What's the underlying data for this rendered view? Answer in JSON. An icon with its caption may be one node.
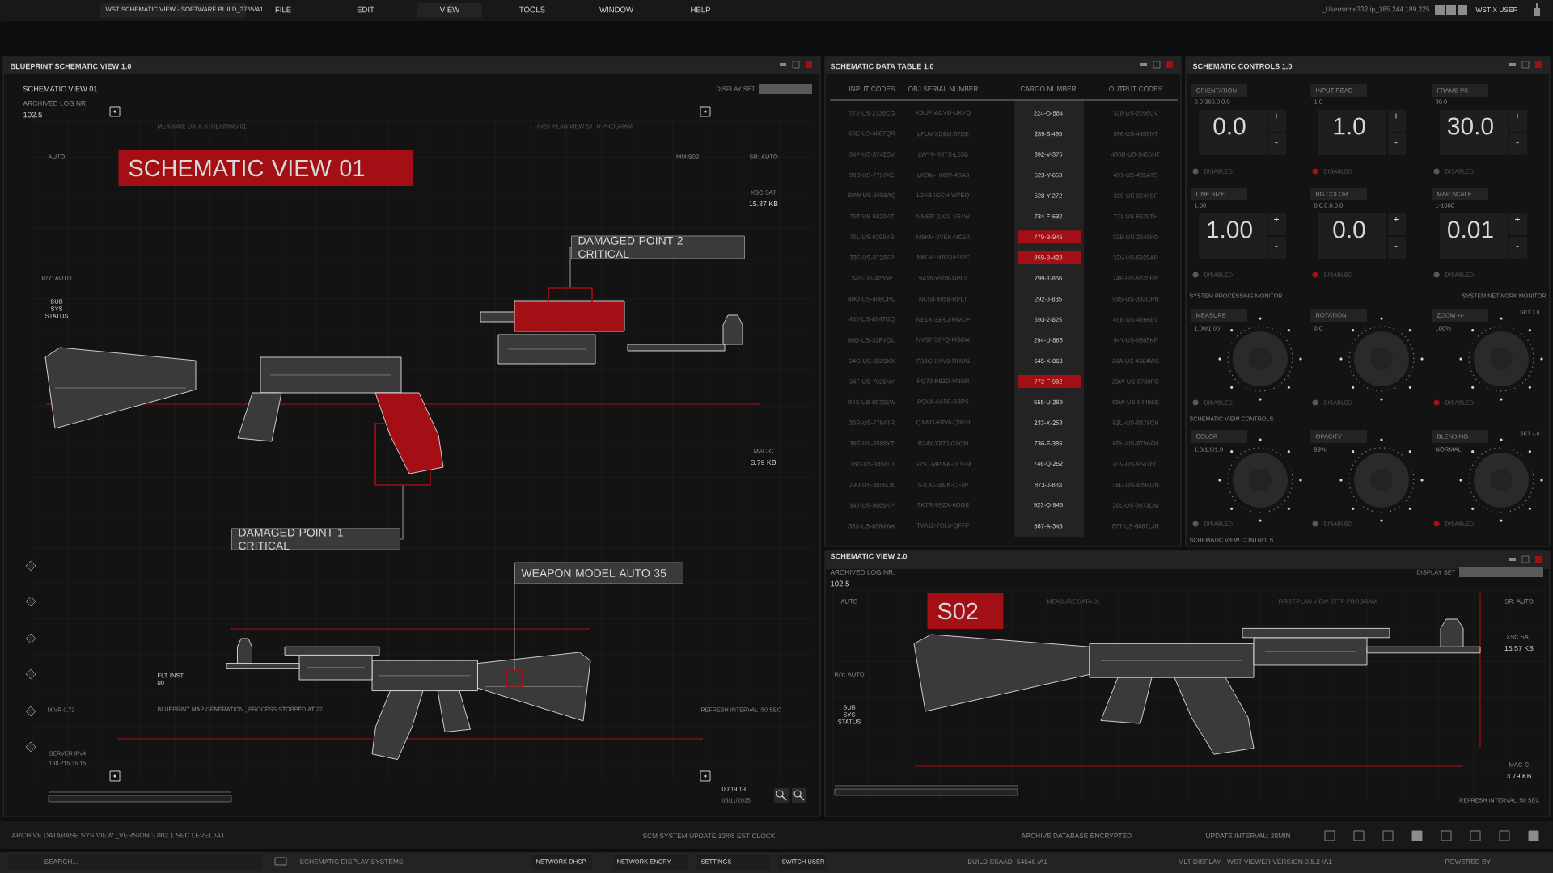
{
  "diagram": {
    "nodes": [
      {
        "text": [
          "SCHEMATIC VIEW 01"
        ]
      },
      {
        "text": [
          "DAMAGED POINT 2 CRITICAL"
        ]
      },
      {
        "text": [],
        "shape": "box"
      },
      {
        "text": [
          "DAMAGED POINT 1 CRITICAL"
        ]
      },
      {
        "text": [],
        "shape": "box"
      },
      {
        "text": [
          "WEAPON MODEL AUTO 35"
        ]
      },
      {
        "text": [],
        "shape": "box"
      },
      {
        "text": [
          "S02"
        ]
      }
    ],
    "edges": [
      {
        "from": 1,
        "to": 2,
        "arrow": "none"
      },
      {
        "from": 3,
        "to": 4,
        "arrow": "none"
      },
      {
        "from": 5,
        "to": 6,
        "arrow": "none"
      }
    ],
    "labels": [
      "WST SCHEMATIC VIEW - SOFTWARE BUILD_3765/A1",
      "FILE",
      "EDIT",
      "VIEW",
      "TOOLS",
      "WINDOW",
      "HELP",
      "_Username332 ip_185.244.189.225",
      "WST X USER",
      "BLUEPRINT SCHEMATIC VIEW 1.0",
      "SCHEMATIC VIEW 01",
      "ARCHIVED LOG NR:",
      "102.5",
      "DISPLAY SET",
      "MEASURE DATA STREAMING 01",
      "FIRST PLAN VIEW STTR PROGRAM",
      "AUTO",
      "MM:S02",
      "SR: AUTO",
      "XSC SAT",
      "15.37 KB",
      "R/Y: AUTO",
      "SUB SYS STATUS",
      "MAC-C",
      "3.79 KB",
      "FLT INST. 00",
      "M/VR 0.72",
      "BLUEPRINT MAP GENERATION _PROCESS STOPPED AT 22",
      "REFRESH INTERVAL :50 SEC",
      "SERVER IPv4",
      "168.215.35.15",
      "00:19:19",
      "05/11/2035",
      "SCHEMATIC DATA TABLE 1.0",
      "INPUT CODES",
      "OBJ SERIAL NUMBER",
      "CARGO NUMBER",
      "OUTPUT CODES",
      "77V-US-2325CG",
      "XGUF-ACYG-UKYQ",
      "224-O-584",
      "328-US-2298UV",
      "63E-US-4887QR",
      "LFUV-XDBU-37DE",
      "289-6-495",
      "596-US-4459NT",
      "34P-US-3742CV",
      "LWY9-R6TS-L53B",
      "392-V-375",
      "400B-US-3455HT",
      "98B-US-7797XE",
      "LKDM-H0BP-4SA3",
      "523-Y-653",
      "491-US-485ATS",
      "89W-US-3458AQ",
      "L2XB-IGCH-W7EQ",
      "528-Y-272",
      "325-US-8249SF",
      "79T-US-5820KT",
      "NMER-2JCL-U54W",
      "734-F-632",
      "771-US-6529TH",
      "78L-US-6298YS",
      "M5KM-8YEK-NCE4",
      "779-B-945",
      "32B-US-2340FO",
      "33F-US-8720FP",
      "NKGR-60VQ-P32C",
      "859-B-428",
      "32V-US-6929AR",
      "34V-US-4265P",
      "9AT6-V90X-NPL2",
      "799-T-866",
      "74P-US-9620RR",
      "49O-US-498CHU",
      "NC58-4958-RPLT",
      "292-J-835",
      "99S-US-393CPN",
      "43V-US-8947GQ",
      "NE1X-33RU-MMDF",
      "593-2-825",
      "49B-US-4566EV",
      "99D-US-32FYGU",
      "NVS7-32FQ-MS8W",
      "294-U-865",
      "94Y-US-9865KP",
      "34G-US-3529XX",
      "P39G-XXV9-RHUN",
      "645-X-868",
      "26A-US-4384WK",
      "34F-US-7926NY",
      "PQ73-P92D-VNUR",
      "772-F-982",
      "29W-US-8789FG",
      "94X-US-8972EW",
      "PQVA-6A5B-R3PS",
      "555-U-289",
      "65W-US-9449SE",
      "36R-US-7794TR",
      "Q3WG-F8V6-Q3ED",
      "233-X-258",
      "92U-US-8679CH",
      "39E-US-8588YT",
      "R24Y-X870-G9GN",
      "736-F-386",
      "65H-US-8796AH",
      "76D-US-3458LJ",
      "S7SJ-MPWK-UOEM",
      "746-Q-252",
      "43V-US-9547BC",
      "29U-US-3596CK",
      "S7OC-680K-CF4P",
      "873-J-883",
      "36U-US-4894GN",
      "94T-US-9865KP",
      "TKTR-9SZX-4QGE",
      "923-Q-946",
      "28L-US-3973DM",
      "36X-US-8584WK",
      "TWUZ-7OL6-QFFP",
      "567-A-345",
      "67T-US-6687LJR",
      "SCHEMATIC CONTROLS 1.0",
      "ORIENTATION",
      "0.0 360.0 0.0",
      "0.0",
      "+",
      "-",
      "INPUT READ",
      "1.0",
      "1.0",
      "+",
      "-",
      "FRAME PS",
      "30.0",
      "30.0",
      "+",
      "-",
      "DISABLED",
      "DISABLED",
      "DISABLED",
      "LINE SIZE",
      "1.00",
      "1.00",
      "+",
      "-",
      "BG COLOR",
      "0.0.0.0.0.0",
      "0.0",
      "+",
      "-",
      "MAP SCALE",
      "1-1000",
      "0.01",
      "+",
      "-",
      "DISABLED",
      "DISABLED",
      "DISABLED",
      "SYSTEM PROCESSING MONITOR",
      "SYSTEM NETWORK MONITOR",
      "MEASURE",
      "1.00/1.00",
      "ROTATION",
      "0.0",
      "ZOOM +/-",
      "100%",
      "SET 1.0",
      "DISABLED",
      "DISABLED",
      "DISABLED",
      "SCHEMATIC VIEW CONTROLS",
      "COLOR",
      "1.0/1.0/1.0",
      "OPACITY",
      "99%",
      "BLENDING",
      "NORMAL",
      "SET 1.0",
      "DISABLED",
      "DISABLED",
      "DISABLED",
      "SCHEMATIC VIEW CONTROLS",
      "SCHEMATIC VIEW 2.0",
      "ARCHIVED LOG NR:",
      "102.5",
      "DISPLAY SET",
      "AUTO",
      "MEASURE DATA 01",
      "FIRST PLAN VIEW STTR PROGRAM",
      "SR: AUTO",
      "XSC SAT",
      "15.57 KB",
      "R/Y: AUTO",
      "SUB SYS STATUS",
      "MAC-C",
      "3.79 KB",
      "REFRESH INTERVAL :50 SEC",
      "ARCHIVE DATABASE SYS VIEW _VERSION 3.002.1 SEC LEVEL /A1",
      "SCM SYSTEM UPDATE 13/05 EST CLOCK",
      "ARCHIVE DATABASE ENCRYPTED",
      "UPDATE INTERVAL: 28MIN",
      "SEARCH...",
      "SCHEMATIC DISPLAY SYSTEMS",
      "NETWORK DHCP",
      "NETWORK ENCRY.",
      "SETTINGS",
      "SWITCH USER",
      "BUILD SSAAD- 54546 /A1",
      "MLT DISPLAY - WST VIEWER VERSION 3.5.2 /A1",
      "POWERED BY"
    ]
  }
}
